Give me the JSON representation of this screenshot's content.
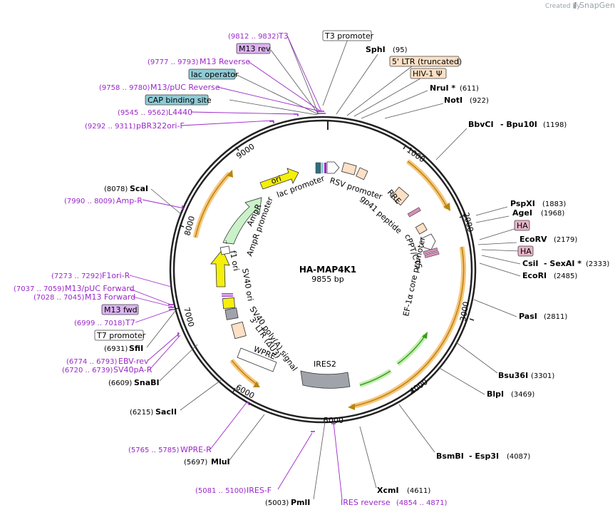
{
  "credit": {
    "prefix": "Created by",
    "brand": "SnapGene"
  },
  "plasmid": {
    "name": "HA-MAP4K1",
    "size": "9855 bp"
  },
  "ticks": [
    "1000",
    "2000",
    "3000",
    "4000",
    "5000",
    "6000",
    "7000",
    "8000",
    "9000"
  ],
  "enzymes": [
    {
      "name": "SphI",
      "pos": "(95)"
    },
    {
      "name": "NruI *",
      "pos": "(611)"
    },
    {
      "name": "NotI",
      "pos": "(922)"
    },
    {
      "name": "BbvCI",
      "name2": "- Bpu10I",
      "pos": "(1198)"
    },
    {
      "name": "PspXI",
      "pos": "(1883)"
    },
    {
      "name": "AgeI",
      "pos": "(1968)"
    },
    {
      "name": "EcoRV",
      "pos": "(2179)"
    },
    {
      "name": "CsiI",
      "name2": "- SexAI *",
      "pos": "(2333)"
    },
    {
      "name": "EcoRI",
      "pos": "(2485)"
    },
    {
      "name": "PasI",
      "pos": "(2811)"
    },
    {
      "name": "Bsu36I",
      "pos": "(3301)"
    },
    {
      "name": "BlpI",
      "pos": "(3469)"
    },
    {
      "name": "BsmBI",
      "name2": "- Esp3I",
      "pos": "(4087)"
    },
    {
      "name": "XcmI",
      "pos": "(4611)"
    },
    {
      "name": "PmlI",
      "pos": "(5003)"
    },
    {
      "name": "MluI",
      "pos": "(5697)"
    },
    {
      "name": "SacII",
      "pos": "(6215)"
    },
    {
      "name": "SnaBI",
      "pos": "(6609)"
    },
    {
      "name": "SfiI",
      "pos": "(6931)"
    },
    {
      "name": "ScaI",
      "pos": "(8078)"
    }
  ],
  "primers": [
    {
      "name": "T3",
      "range": "(9812 .. 9832)"
    },
    {
      "name": "M13 Reverse",
      "range": "(9777 .. 9793)"
    },
    {
      "name": "M13/pUC Reverse",
      "range": "(9758 .. 9780)"
    },
    {
      "name": "L4440",
      "range": "(9545 .. 9562)"
    },
    {
      "name": "pBR322ori-F",
      "range": "(9292 .. 9311)"
    },
    {
      "name": "Amp-R",
      "range": "(7990 .. 8009)"
    },
    {
      "name": "F1ori-R",
      "range": "(7273 .. 7292)"
    },
    {
      "name": "M13/pUC Forward",
      "range": "(7037 .. 7059)"
    },
    {
      "name": "M13 Forward",
      "range": "(7028 .. 7045)"
    },
    {
      "name": "T7",
      "range": "(6999 .. 7018)"
    },
    {
      "name": "EBV-rev",
      "range": "(6774 .. 6793)"
    },
    {
      "name": "SV40pA-R",
      "range": "(6720 .. 6739)"
    },
    {
      "name": "WPRE-R",
      "range": "(5765 .. 5785)"
    },
    {
      "name": "IRES-F",
      "range": "(5081 .. 5100)"
    },
    {
      "name": "IRES reverse",
      "range": "(4854 .. 4871)"
    }
  ],
  "boxed": {
    "m13rev": "M13 rev",
    "lacop": "lac operator",
    "cap": "CAP binding site",
    "t3promoter": "T3 promoter",
    "ltr5": "5' LTR (truncated)",
    "hiv": "HIV-1 Ψ",
    "ha1": "HA",
    "ha2": "HA",
    "m13fwd": "M13 fwd",
    "t7promoter": "T7 promoter"
  },
  "features": {
    "ori": "ori",
    "lacpromoter": "lac promoter",
    "rsvpromoter": "RSV promoter",
    "rre": "RRE",
    "gp41": "gp41 peptide",
    "cppt": "cPPT/CTS",
    "ef1a": "EF-1α core promoter",
    "ampr": "AmpR",
    "amprpromoter": "AmpR promoter",
    "f1ori": "f1 ori",
    "sv40ori": "SV40 ori",
    "sv40polya": "SV40 poly(A) signal",
    "ltr3": "3' LTR (ΔU3)",
    "wpre": "WPRE",
    "ires2": "IRES2"
  },
  "colors": {
    "backbone": "#222222",
    "primer": "#9b27c9",
    "orf_highlight": "#f7c67e",
    "orf_arrow": "#b8860b",
    "green_orf": "#3c9a1e",
    "ampr_fill": "#c9f2c9",
    "ori_fill": "#f5ef0c",
    "promoter_fill": "#ffffff",
    "ltr_fill": "#fde0c5",
    "rre_fill": "#fde0c5",
    "ha_fill": "#e8b4c8",
    "operator_fill": "#8fcbd6",
    "m13_fill": "#dcb4f2",
    "ires_fill": "#a0a4aa",
    "gp41_fill": "#d98cb8"
  }
}
